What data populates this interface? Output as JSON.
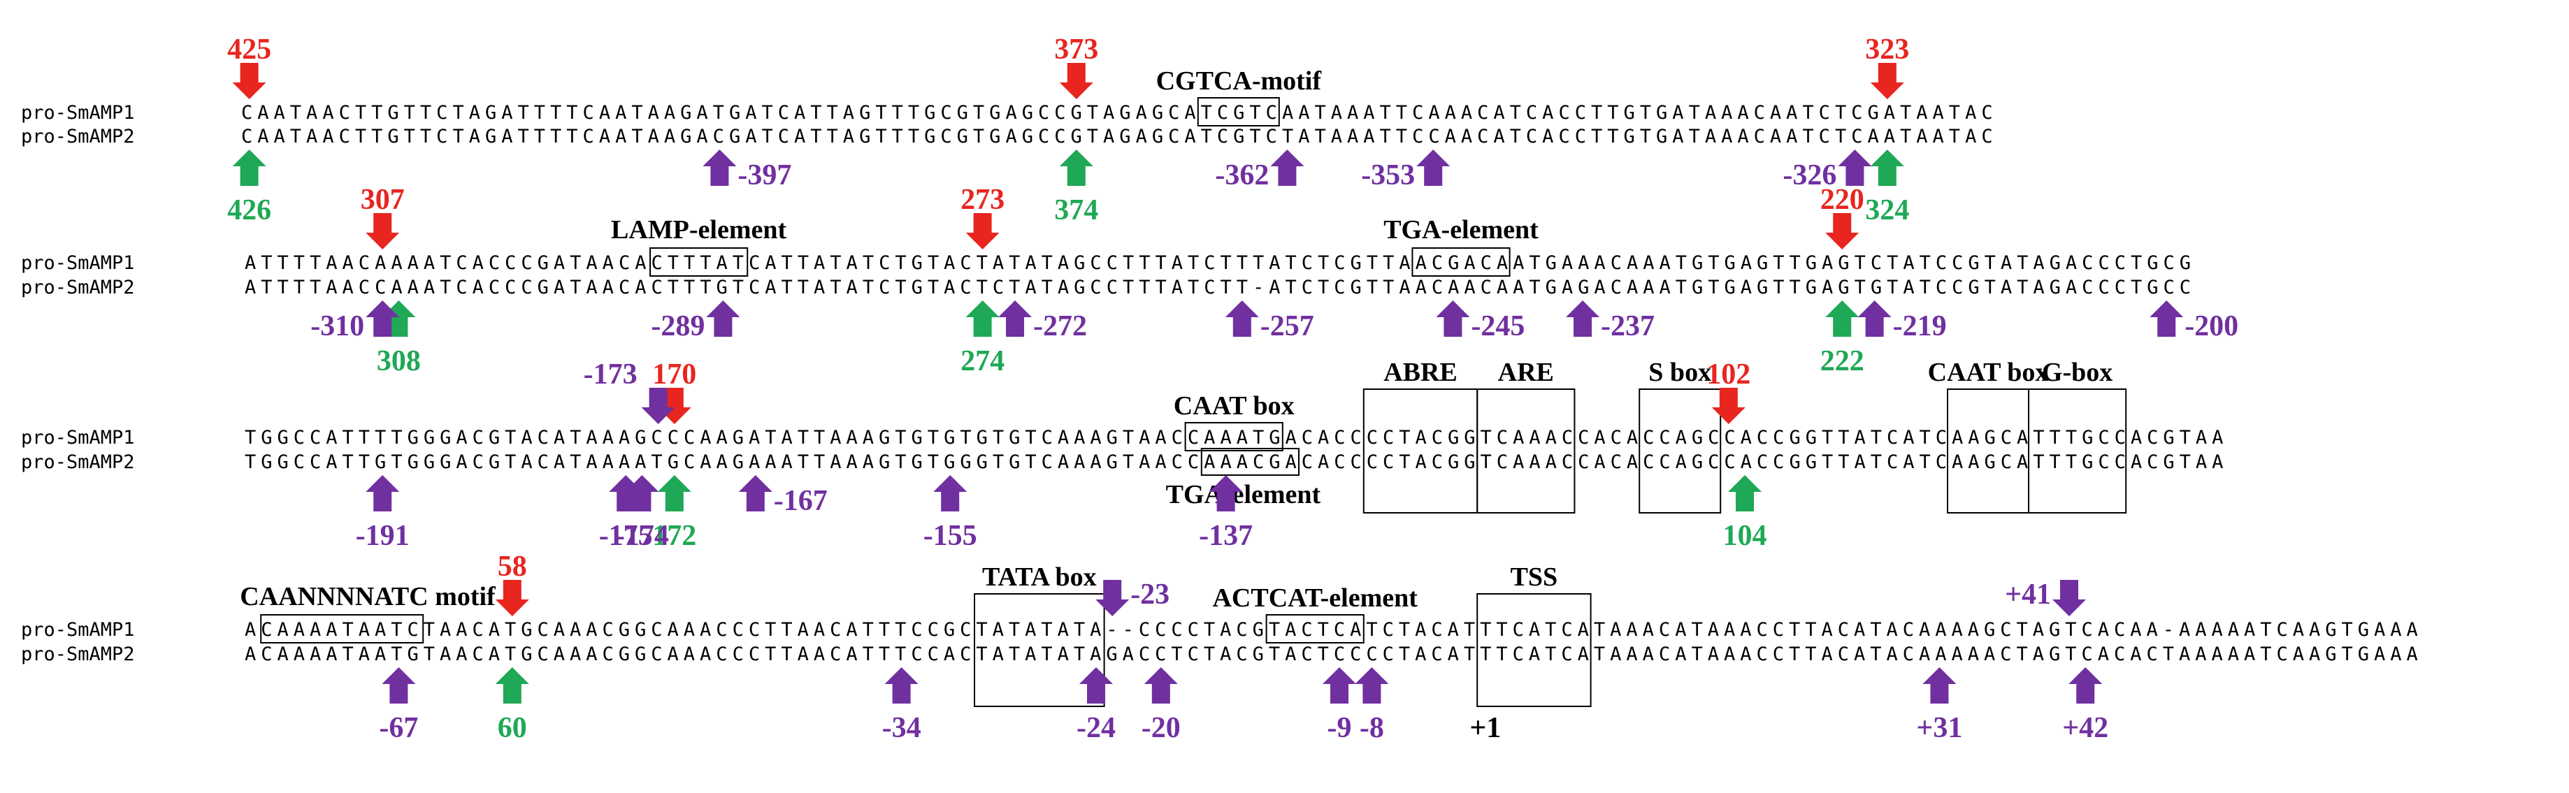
{
  "colors": {
    "red": "#e8251f",
    "green": "#1fa855",
    "purple": "#7030a0",
    "text": "#000000",
    "box": "#000000"
  },
  "blocks": [
    {
      "rows": [
        {
          "label": "pro-SmAMP1",
          "seq": "CAATAACTTGTTCTAGATTTTCAATAAGATGATCATTAGTTTGCGTGAGCCGTAGAGCATCGTCAATAAATTCAAACATCACCTTGTGATAAACAATCTCGATAATAC"
        },
        {
          "label": "pro-SmAMP2",
          "seq": "CAATAACTTGTTCTAGATTTTCAATAAGACGATCATTAGTTTGCGTGAGCCGTAGAGCATCGTCTATAAATTCCAACATCACCTTGTGATAAACAATCTCAATAATAC"
        }
      ],
      "boxes": [
        {
          "label": "CGTCA-motif",
          "pos": "top",
          "start": 59,
          "len": 5,
          "rows": "top"
        }
      ],
      "red": [
        {
          "label": "425",
          "col": 0
        },
        {
          "label": "373",
          "col": 51
        },
        {
          "label": "323",
          "col": 101
        }
      ],
      "green": [
        {
          "label": "426",
          "col": 0
        },
        {
          "label": "374",
          "col": 51
        },
        {
          "label": "324",
          "col": 101
        }
      ],
      "purple": [
        {
          "label": "-397",
          "col": 29,
          "side": "right"
        },
        {
          "label": "-362",
          "col": 64,
          "side": "left"
        },
        {
          "label": "-353",
          "col": 73,
          "side": "left"
        },
        {
          "label": "-326",
          "col": 99,
          "side": "left"
        }
      ]
    },
    {
      "rows": [
        {
          "label": "pro-SmAMP1",
          "seq": "ATTTTAACAAAATCACCCGATAACACTTTATCATTATATCTGTACTATATAGCCTTTATCTTTATCTCGTTAACGACAATGAAACAAATGTGAGTTGAGTCTATCCGTATAGACCCTGCG"
        },
        {
          "label": "pro-SmAMP2",
          "seq": "ATTTTAACCAAATCACCCGATAACACTTTGTCATTATATCTGTACTCTATAGCCTTTATCTT-ATCTCGTTAACAACAATGAGACAAATGTGAGTTGAGTGTATCCGTATAGACCCTGCC"
        }
      ],
      "boxes": [
        {
          "label": "LAMP-element",
          "pos": "top",
          "start": 25,
          "len": 6,
          "rows": "top"
        },
        {
          "label": "TGA-element",
          "pos": "top",
          "start": 72,
          "len": 6,
          "rows": "top"
        }
      ],
      "red": [
        {
          "label": "307",
          "col": 8
        },
        {
          "label": "273",
          "col": 45
        },
        {
          "label": "220",
          "col": 98
        }
      ],
      "green": [
        {
          "label": "308",
          "col": 9
        },
        {
          "label": "274",
          "col": 45
        },
        {
          "label": "222",
          "col": 98
        }
      ],
      "purple": [
        {
          "label": "-310",
          "col": 8,
          "side": "left"
        },
        {
          "label": "-289",
          "col": 29,
          "side": "left"
        },
        {
          "label": "-272",
          "col": 47,
          "side": "right"
        },
        {
          "label": "-257",
          "col": 61,
          "side": "right"
        },
        {
          "label": "-245",
          "col": 74,
          "side": "right"
        },
        {
          "label": "-237",
          "col": 82,
          "side": "right"
        },
        {
          "label": "-219",
          "col": 100,
          "side": "right"
        },
        {
          "label": "-200",
          "col": 118,
          "side": "right"
        }
      ]
    },
    {
      "rows": [
        {
          "label": "pro-SmAMP1",
          "seq": "TGGCCATTTTGGGACGTACATAAAGCCCAAGATATTAAAGTGTGTGTGTCAAAGTAACCAAATGACACCCCTACGGTCAAACCACACCAGCCACCGGTTATCATCAAGCATTTGCCACGTAA"
        },
        {
          "label": "pro-SmAMP2",
          "seq": "TGGCCATTGTGGGACGTACATAAAATGCAAGAAATTAAAGTGTGGGTGTCAAAGTAACCAAACGACACCCCTACGGTCAAACCACACCAGCCACCGGTTATCATCAAGCATTTGCCACGTAA"
        }
      ],
      "boxes": [
        {
          "label": "CAAT box",
          "pos": "top",
          "start": 58,
          "len": 6,
          "rows": "top"
        },
        {
          "label": "TGA-element",
          "pos": "bottom",
          "start": 59,
          "len": 6,
          "rows": "bottom"
        },
        {
          "label": "ABRE",
          "pos": "top",
          "start": 69,
          "len": 7,
          "rows": "both"
        },
        {
          "label": "ARE",
          "pos": "top",
          "start": 76,
          "len": 6,
          "rows": "both"
        },
        {
          "label": "S box",
          "pos": "top",
          "start": 86,
          "len": 5,
          "rows": "both"
        },
        {
          "label": "CAAT box",
          "pos": "top",
          "start": 105,
          "len": 5,
          "rows": "both"
        },
        {
          "label": "G-box",
          "pos": "top",
          "start": 110,
          "len": 6,
          "rows": "both"
        }
      ],
      "red": [
        {
          "label": "170",
          "col": 26
        },
        {
          "label": "102",
          "col": 91
        }
      ],
      "green": [
        {
          "label": "172",
          "col": 26
        },
        {
          "label": "104",
          "col": 92
        }
      ],
      "purple": [
        {
          "label": "-173",
          "col": 25,
          "side": "above"
        },
        {
          "label": "-191",
          "col": 8,
          "side": "below"
        },
        {
          "label": "-175",
          "col": 23,
          "side": "below"
        },
        {
          "label": "-174",
          "col": 24,
          "side": "below"
        },
        {
          "label": "-167",
          "col": 31,
          "side": "right"
        },
        {
          "label": "-155",
          "col": 43,
          "side": "below"
        },
        {
          "label": "-137",
          "col": 60,
          "side": "below"
        }
      ]
    },
    {
      "rows": [
        {
          "label": "pro-SmAMP1",
          "seq": "ACAAAATAATCTAACATGCAAACGGCAAACCCTTAACATTTCCGCTATATATA--CCCCTACGTACTCATCTACATTTCATCATAAACATAAACCTTACATACAAAAGCTAGTCACAA-AAAAATCAAGTGAAA"
        },
        {
          "label": "pro-SmAMP2",
          "seq": "ACAAAATAATGTAACATGCAAACGGCAAACCCTTAACATTTCCACTATATATAGACCTCTACGTACTCCCCTACATTTCATCATAAACATAAACCTTACATACAAAAACTAGTCACACTAAAAATCAAGTGAAA"
        }
      ],
      "boxes": [
        {
          "label": "CAANNNNATC motif",
          "pos": "top",
          "start": 1,
          "len": 10,
          "rows": "top"
        },
        {
          "label": "TATA box",
          "pos": "top",
          "start": 45,
          "len": 8,
          "rows": "both"
        },
        {
          "label": "ACTCAT-element",
          "pos": "top",
          "start": 63,
          "len": 6,
          "rows": "top"
        },
        {
          "label": "TSS",
          "pos": "top",
          "start": 76,
          "len": 7,
          "rows": "both"
        }
      ],
      "red": [
        {
          "label": "58",
          "col": 16
        }
      ],
      "green": [
        {
          "label": "60",
          "col": 16
        }
      ],
      "purple": [
        {
          "label": "-23",
          "col": 53,
          "side": "downtop"
        },
        {
          "label": "+41",
          "col": 112,
          "side": "downtop"
        },
        {
          "label": "-67",
          "col": 9,
          "side": "below"
        },
        {
          "label": "-34",
          "col": 40,
          "side": "below"
        },
        {
          "label": "-24",
          "col": 52,
          "side": "below"
        },
        {
          "label": "-20",
          "col": 56,
          "side": "below"
        },
        {
          "label": "-9",
          "col": 67,
          "side": "below"
        },
        {
          "label": "-8",
          "col": 69,
          "side": "below"
        },
        {
          "label": "+31",
          "col": 104,
          "side": "below"
        },
        {
          "label": "+42",
          "col": 113,
          "side": "below"
        }
      ],
      "plain": [
        {
          "label": "+1",
          "col": 76
        }
      ]
    }
  ]
}
